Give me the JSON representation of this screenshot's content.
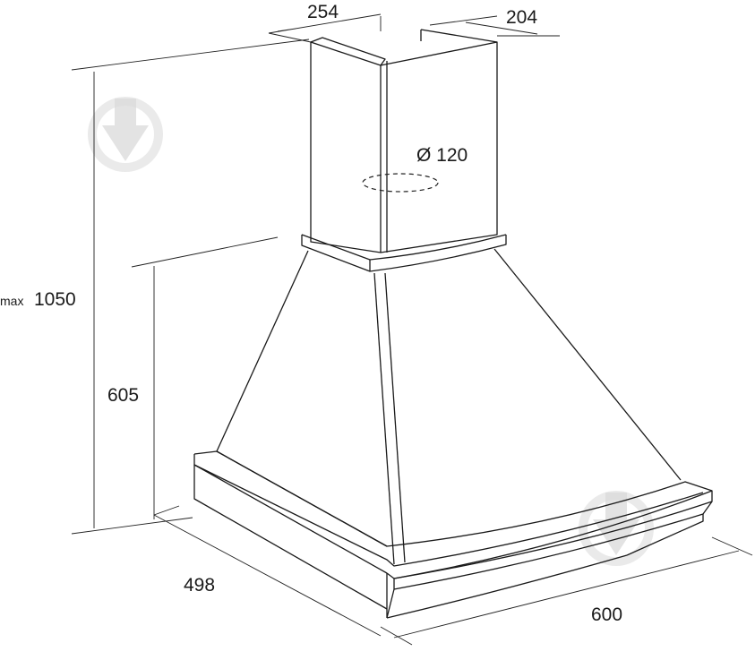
{
  "dimensions": {
    "duct_width": "254",
    "duct_depth": "204",
    "outlet_diameter": "Ø 120",
    "max_height_prefix": "max",
    "max_height": "1050",
    "hood_height": "605",
    "hood_depth": "498",
    "hood_width": "600"
  },
  "watermark": {
    "icon": "pin-logo-icon",
    "color": "#d9d9d9"
  },
  "colors": {
    "line": "#1a1a1a",
    "background": "#ffffff"
  }
}
